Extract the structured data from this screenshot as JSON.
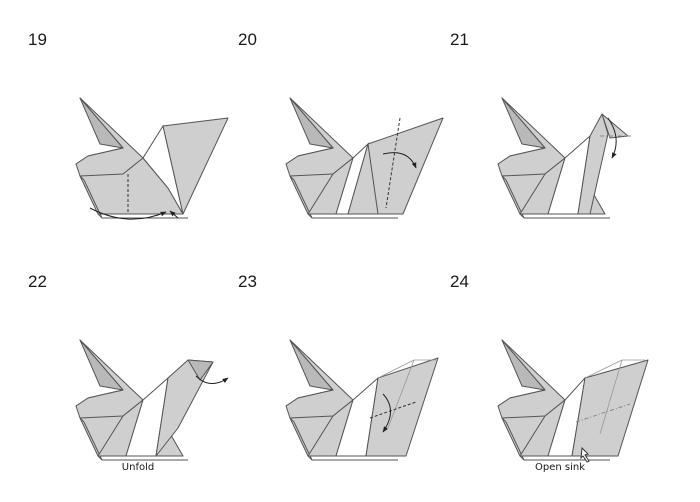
{
  "steps": [
    {
      "number": "19",
      "caption": ""
    },
    {
      "number": "20",
      "caption": ""
    },
    {
      "number": "21",
      "caption": ""
    },
    {
      "number": "22",
      "caption": "Unfold"
    },
    {
      "number": "23",
      "caption": ""
    },
    {
      "number": "24",
      "caption": "Open sink"
    }
  ]
}
